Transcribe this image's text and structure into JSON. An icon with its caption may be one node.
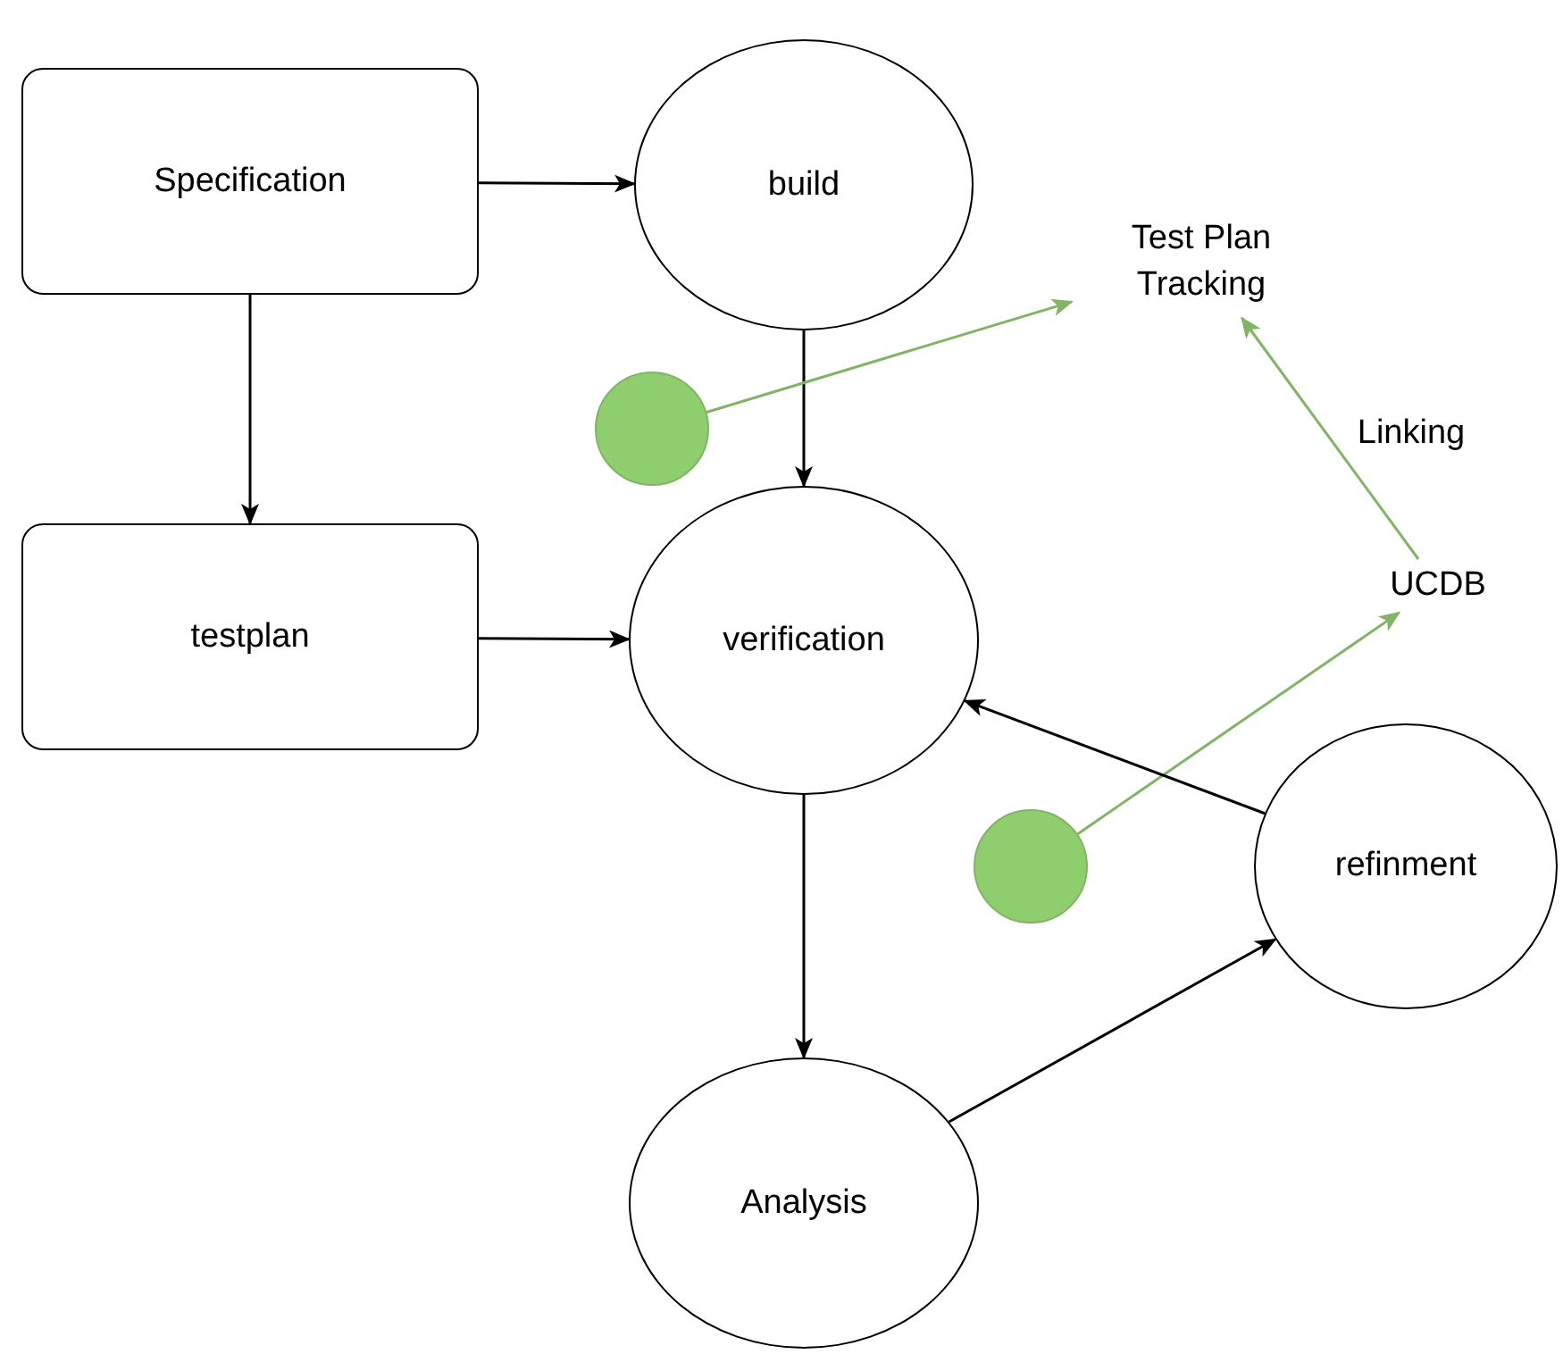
{
  "diagram": {
    "nodes": [
      {
        "text": [
          "Specification"
        ]
      },
      {
        "text": [
          "build"
        ]
      },
      {
        "text": [
          "Test Plan Tracking"
        ]
      },
      {
        "text": [],
        "shape": "circle"
      },
      {
        "text": [
          "testplan"
        ]
      },
      {
        "text": [
          "verification"
        ]
      },
      {
        "text": [
          "UCDB"
        ]
      },
      {
        "text": [],
        "shape": "circle"
      },
      {
        "text": [
          "refinment"
        ]
      },
      {
        "text": [
          "Analysis"
        ]
      }
    ],
    "edges": [
      {
        "from": 0,
        "to": 1,
        "arrow": "to"
      },
      {
        "from": 0,
        "to": 4,
        "arrow": "to"
      },
      {
        "from": 1,
        "to": 5,
        "arrow": "to"
      },
      {
        "from": 3,
        "to": 2,
        "arrow": "to",
        "color": "#82b366"
      },
      {
        "from": 4,
        "to": 5,
        "arrow": "to"
      },
      {
        "from": 6,
        "to": 2,
        "arrow": "to",
        "label": "Linking",
        "color": "#82b366"
      },
      {
        "from": 7,
        "to": 6,
        "arrow": "to",
        "color": "#82b366"
      },
      {
        "from": 8,
        "to": 5,
        "arrow": "to"
      },
      {
        "from": 5,
        "to": 9,
        "arrow": "to"
      },
      {
        "from": 9,
        "to": 8,
        "arrow": "to"
      }
    ]
  }
}
